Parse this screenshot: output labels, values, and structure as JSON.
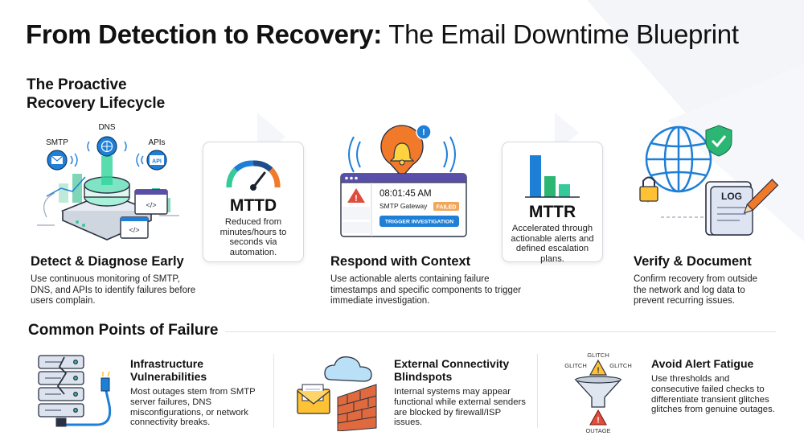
{
  "title": {
    "bold": "From Detection to Recovery:",
    "rest": " The Email Downtime Blueprint"
  },
  "lifecycle": {
    "heading_line1": "The Proactive",
    "heading_line2": "Recovery Lifecycle",
    "detect": {
      "title": "Detect & Diagnose Early",
      "body": "Use continuous monitoring of SMTP, DNS, and APIs to identify failures before users complain.",
      "labels": {
        "smtp": "SMTP",
        "dns": "DNS",
        "apis": "APIs",
        "api_badge": "API",
        "code": "</>"
      }
    },
    "mttd": {
      "metric": "MTTD",
      "body": "Reduced from minutes/hours to seconds via automation."
    },
    "respond": {
      "title": "Respond with Context",
      "body": "Use actionable alerts containing failure timestamps and specific components to trigger immediate investigation.",
      "alert": {
        "time": "08:01:45 AM",
        "component": "SMTP Gateway",
        "status": "FAILED",
        "button": "TRIGGER INVESTIGATION",
        "badge": "!"
      }
    },
    "mttr": {
      "metric": "MTTR",
      "body": "Accelerated through actionable alerts and defined escalation plans."
    },
    "verify": {
      "title": "Verify & Document",
      "body": "Confirm recovery from outside the network and log data to prevent recurring issues.",
      "log_label": "LOG"
    }
  },
  "failure": {
    "heading": "Common Points of Failure",
    "infra": {
      "title_line1": "Infrastructure",
      "title_line2": "Vulnerabilities",
      "body": "Most outages stem from SMTP server failures, DNS misconfigurations, or network connectivity breaks."
    },
    "external": {
      "title_line1": "External Connectivity",
      "title_line2": "Blindspots",
      "body": "Internal systems may appear functional while external senders are blocked by firewall/ISP issues."
    },
    "fatigue": {
      "title": "Avoid Alert Fatigue",
      "body": "Use thresholds and consecutive failed checks to differentiate transient glitches glitches from genuine outages.",
      "glitch": "GLITCH",
      "outage": "OUTAGE"
    }
  },
  "colors": {
    "accent_blue": "#1e7fd6",
    "alert_orange": "#f07a2a",
    "alert_red": "#e04b3c",
    "mint": "#36c99a",
    "purple": "#5a4fa8",
    "green": "#2bb673"
  }
}
